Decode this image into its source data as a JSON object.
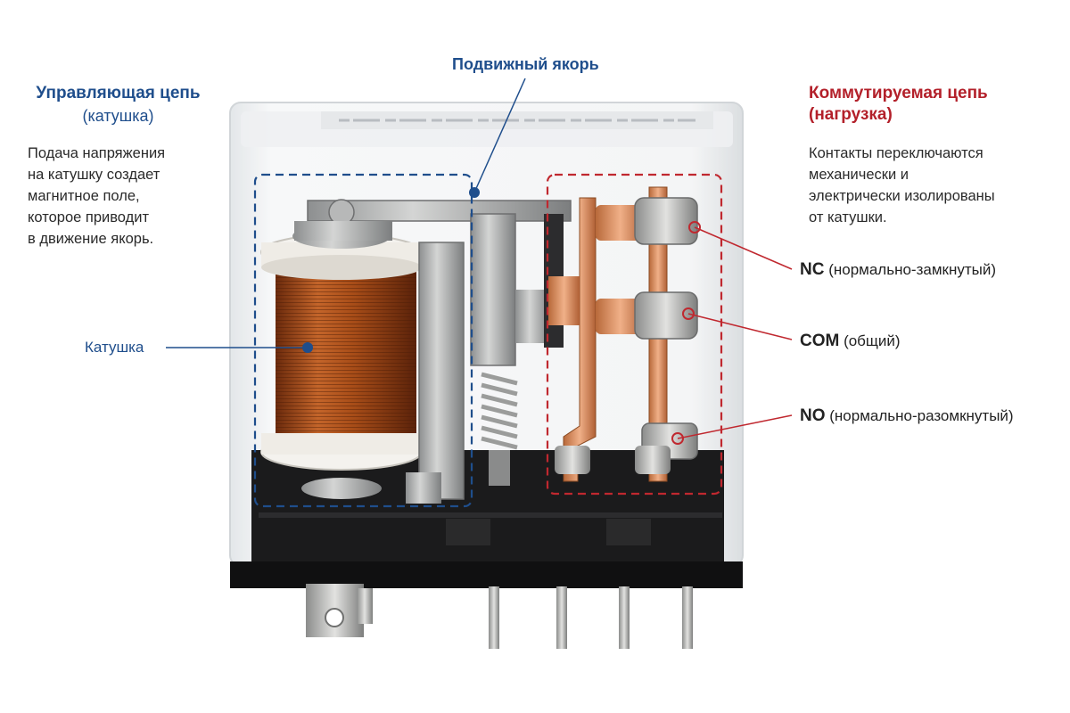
{
  "left_panel": {
    "title": "Управляющая цепь",
    "subtitle": "(катушка)",
    "description": [
      "Подача напряжения",
      "на катушку создает",
      "магнитное поле,",
      "которое приводит",
      "в движение якорь."
    ]
  },
  "right_panel": {
    "title": "Коммутируемая цепь",
    "subtitle": "(нагрузка)",
    "description": [
      "Контакты переключаются",
      "механически и",
      "электрически изолированы",
      "от катушки."
    ]
  },
  "labels": {
    "armature": "Подвижный якорь",
    "coil": "Катушка",
    "nc_abbr": "NC",
    "nc_desc": "(нормально-замкнутый)",
    "com_abbr": "COM",
    "com_desc": "(общий)",
    "no_abbr": "NO",
    "no_desc": "(нормально-разомкнутый)"
  },
  "colors": {
    "control_accent": "#1f4e8c",
    "load_accent": "#b3202a",
    "coil_copper": "#b5561f",
    "contact_copper": "#d98a55"
  },
  "icons": [
    "relay-illustration"
  ]
}
